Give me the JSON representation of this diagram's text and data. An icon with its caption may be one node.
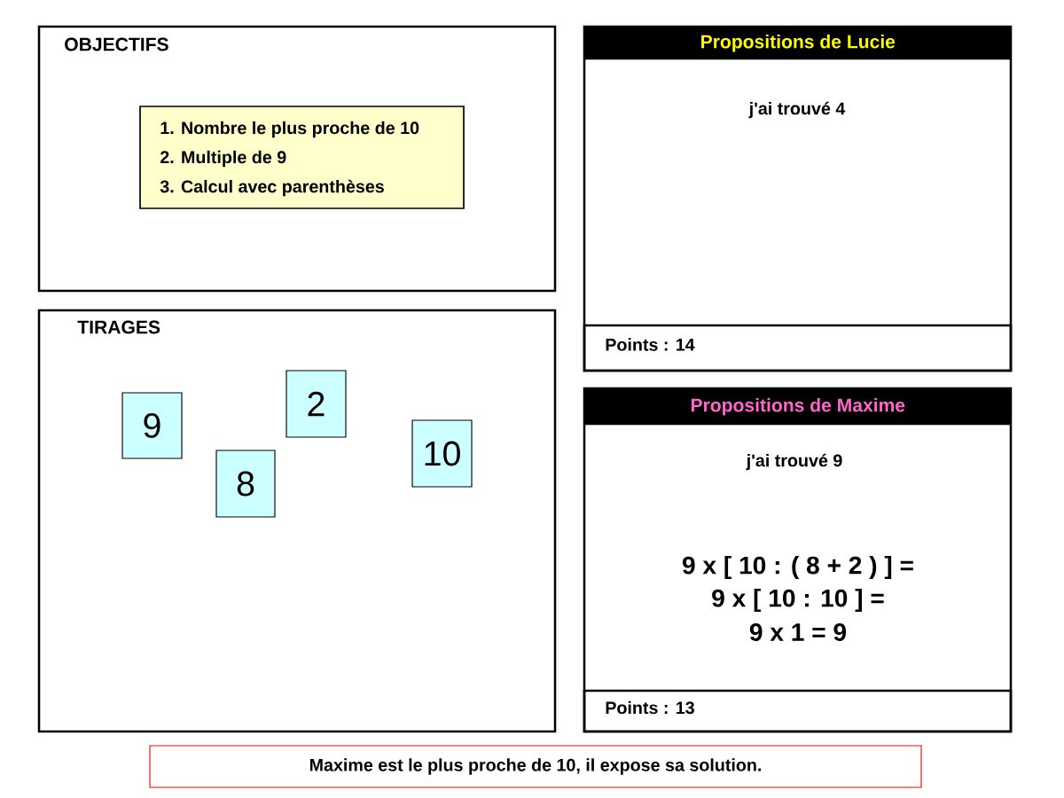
{
  "diagram": {
    "nodes": [
      {
        "text": [
          "OBJECTIFS"
        ]
      },
      {
        "text": [
          "1. Nombre le plus proche de 10",
          "2. Multiple de 9",
          "3. Calcul avec parenthèses"
        ],
        "in": 0
      },
      {
        "text": [
          "TIRAGES"
        ]
      },
      {
        "text": [
          "9"
        ],
        "in": 2
      },
      {
        "text": [
          "8"
        ],
        "in": 2
      },
      {
        "text": [
          "2"
        ],
        "in": 2
      },
      {
        "text": [
          "10"
        ],
        "in": 2
      },
      {
        "text": [
          "Propositions de Lucie",
          "j'ai trouvé 4"
        ]
      },
      {
        "text": [
          "Points : 14"
        ],
        "in": 7
      },
      {
        "text": [
          "Propositions de Maxime",
          "j'ai trouvé 9",
          "9 x [ 10 : ( 8 + 2 ) ] =",
          "9 x [ 10 : 10 ] =",
          "9 x 1 = 9"
        ]
      },
      {
        "text": [
          "Points : 13"
        ],
        "in": 9
      },
      {
        "text": [
          "Maxime est le plus proche de 10, il expose sa solution."
        ]
      }
    ]
  }
}
